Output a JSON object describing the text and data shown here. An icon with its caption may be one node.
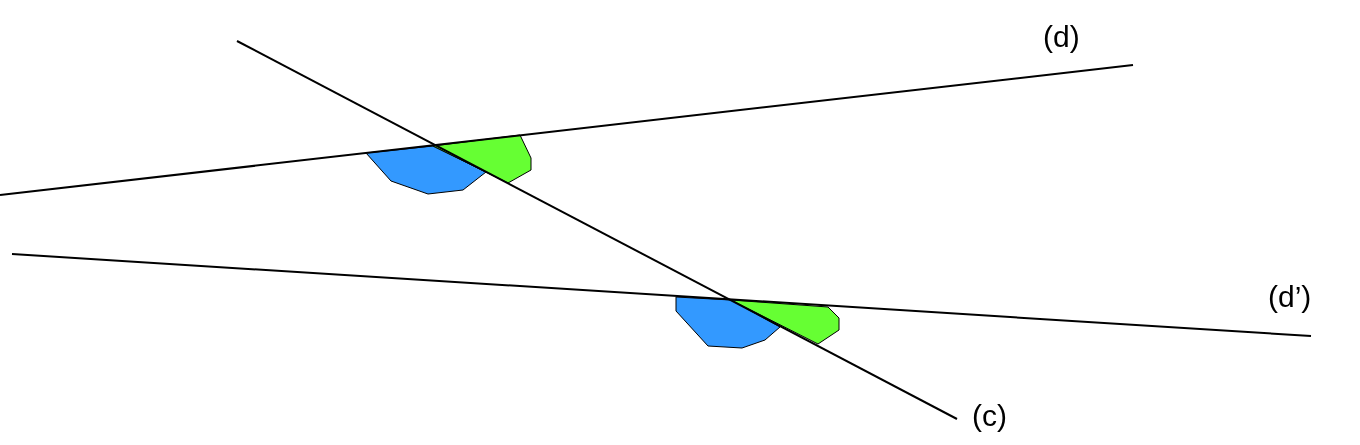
{
  "diagram": {
    "labels": [
      "(d)",
      "(d’)",
      "(c)"
    ]
  }
}
